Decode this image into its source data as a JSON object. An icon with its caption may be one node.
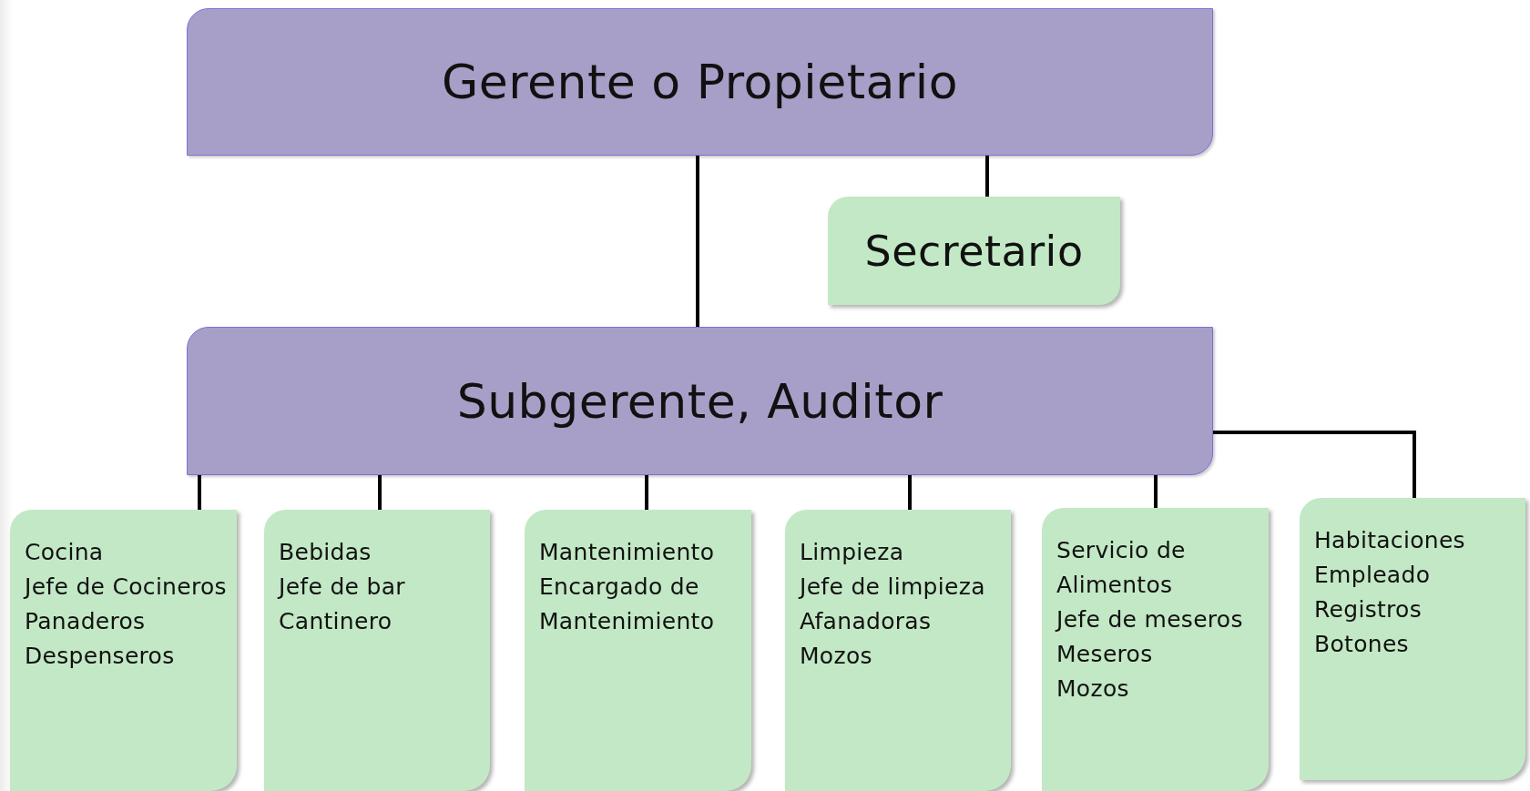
{
  "diagram": {
    "nodes": [
      {
        "text": [
          "Gerente o Propietario"
        ]
      },
      {
        "text": [
          "Secretario"
        ]
      },
      {
        "text": [
          "Subgerente, Auditor"
        ]
      },
      {
        "text": [
          "Cocina",
          "Jefe de Cocineros",
          "Panaderos",
          "Despenseros"
        ]
      },
      {
        "text": [
          "Bebidas",
          "Jefe de bar",
          "Cantinero"
        ]
      },
      {
        "text": [
          "Mantenimiento",
          "Encargado de Mantenimiento"
        ]
      },
      {
        "text": [
          "Limpieza",
          "Jefe de limpieza",
          "Afanadoras",
          "Mozos"
        ]
      },
      {
        "text": [
          "Servicio de Alimentos",
          "Jefe de meseros",
          "Meseros",
          "Mozos"
        ]
      },
      {
        "text": [
          "Habitaciones",
          "Empleado",
          "Registros",
          "Botones"
        ]
      }
    ],
    "edges": [
      {
        "from": 0,
        "to": 1,
        "arrow": "none"
      },
      {
        "from": 0,
        "to": 2,
        "arrow": "none"
      },
      {
        "from": 2,
        "to": 3,
        "arrow": "none"
      },
      {
        "from": 2,
        "to": 4,
        "arrow": "none"
      },
      {
        "from": 2,
        "to": 5,
        "arrow": "none"
      },
      {
        "from": 2,
        "to": 6,
        "arrow": "none"
      },
      {
        "from": 2,
        "to": 7,
        "arrow": "none"
      },
      {
        "from": 2,
        "to": 8,
        "arrow": "none"
      }
    ]
  }
}
